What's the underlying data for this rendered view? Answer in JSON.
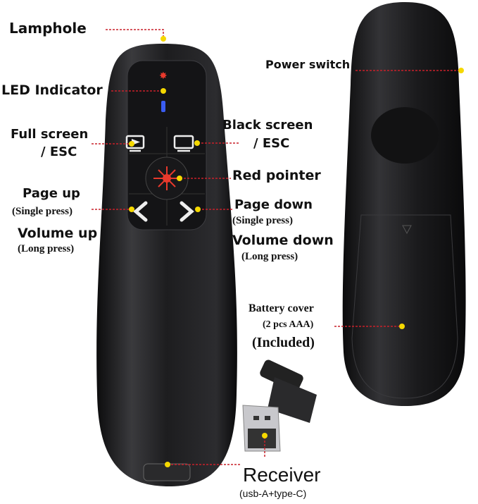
{
  "labels": {
    "lamphole": "Lamphole",
    "power_switch": "Power switch",
    "led_indicator": "LED Indicator",
    "full_screen": "Full screen",
    "full_screen_esc": "/ ESC",
    "black_screen": "Black screen",
    "black_screen_esc": "/ ESC",
    "red_pointer": "Red pointer",
    "page_up": "Page up",
    "page_up_note": "(Single press)",
    "volume_up": "Volume up",
    "volume_up_note": "(Long press)",
    "page_down": "Page down",
    "page_down_note": "(Single press)",
    "volume_down": "Volume down",
    "volume_down_note": "(Long press)",
    "battery_cover": "Battery cover",
    "battery_note": "(2 pcs AAA)",
    "battery_included": "(Included)",
    "receiver": "Receiver",
    "receiver_note": "(usb-A+type-C)"
  },
  "colors": {
    "leader_line": "#c8202a",
    "marker_dot": "#f5d800",
    "device_body": "#1c1c1e",
    "laser": "#e8392c",
    "led_blue": "#3a5cf0"
  }
}
